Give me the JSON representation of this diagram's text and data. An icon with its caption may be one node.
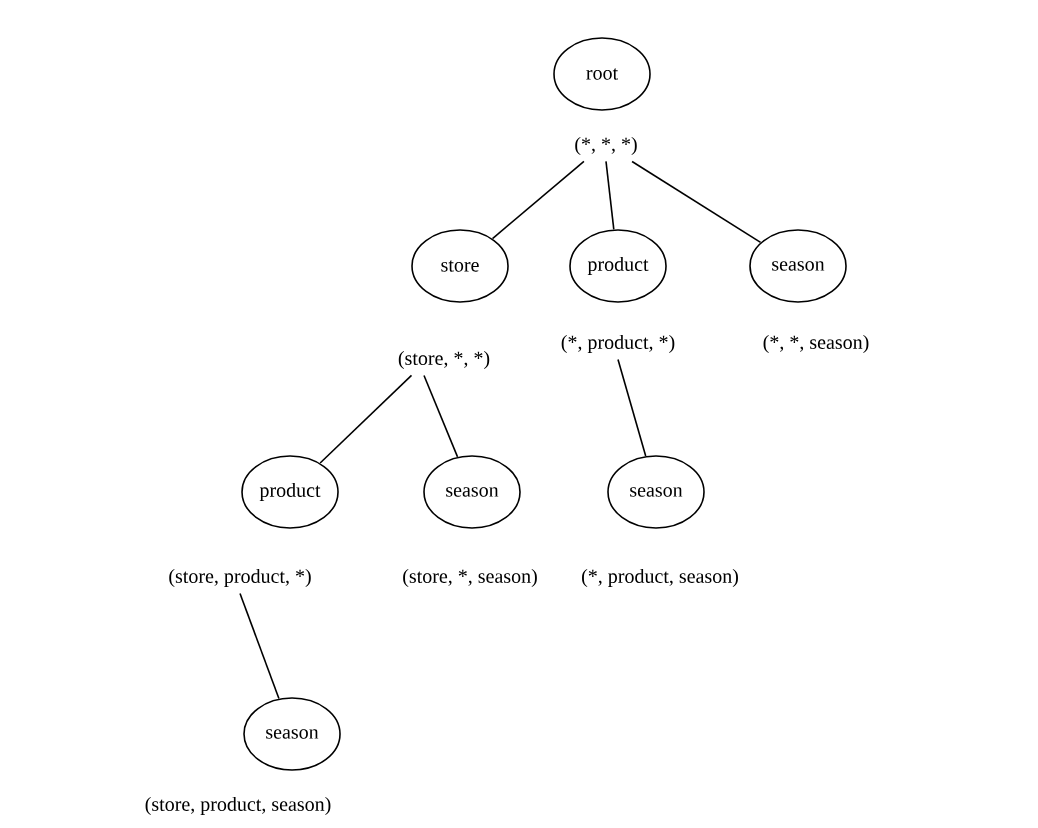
{
  "diagram": {
    "nodes": [
      {
        "text": [
          "root"
        ],
        "beside": [
          "(*, *, *)"
        ]
      },
      {
        "text": [
          "store"
        ],
        "beside": [
          "(store, *, *)"
        ]
      },
      {
        "text": [
          "product"
        ],
        "beside": [
          "(*, product, *)"
        ]
      },
      {
        "text": [
          "season"
        ],
        "beside": [
          "(*, *, season)"
        ]
      },
      {
        "text": [
          "product"
        ],
        "beside": [
          "(store, product, *)"
        ]
      },
      {
        "text": [
          "season"
        ],
        "beside": [
          "(store, *, season)"
        ]
      },
      {
        "text": [
          "season"
        ],
        "beside": [
          "(*, product, season)"
        ]
      },
      {
        "text": [
          "season"
        ],
        "beside": [
          "(store, product, season)"
        ]
      }
    ],
    "edges": [
      {
        "from": 0,
        "to": 1,
        "arrow": "none"
      },
      {
        "from": 0,
        "to": 2,
        "arrow": "none"
      },
      {
        "from": 0,
        "to": 3,
        "arrow": "none"
      },
      {
        "from": 1,
        "to": 4,
        "arrow": "none"
      },
      {
        "from": 1,
        "to": 5,
        "arrow": "none"
      },
      {
        "from": 2,
        "to": 6,
        "arrow": "none"
      },
      {
        "from": 4,
        "to": 7,
        "arrow": "none"
      }
    ]
  }
}
